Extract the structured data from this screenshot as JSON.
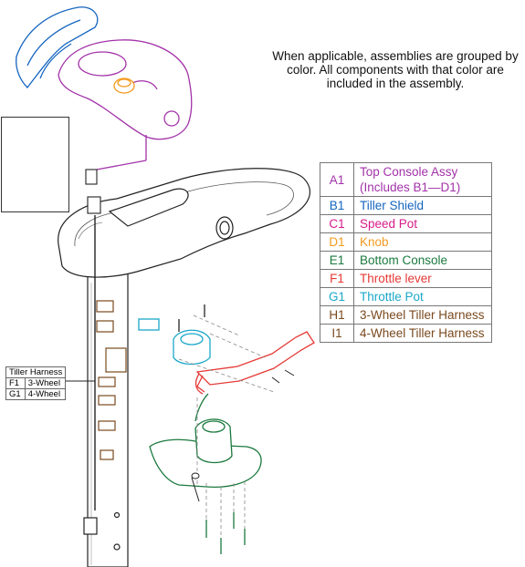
{
  "note": "When applicable, assemblies are grouped by color. All components with that color are included in the assembly.",
  "legend": [
    {
      "code": "A1",
      "label": "Top Console Assy (Includes B1—D1)",
      "color": "#a232a8"
    },
    {
      "code": "B1",
      "label": "Tiller Shield",
      "color": "#1565c0"
    },
    {
      "code": "C1",
      "label": "Speed Pot",
      "color": "#d81b8a"
    },
    {
      "code": "D1",
      "label": "Knob",
      "color": "#f39a1e"
    },
    {
      "code": "E1",
      "label": "Bottom Console",
      "color": "#1b7a3e"
    },
    {
      "code": "F1",
      "label": "Throttle lever",
      "color": "#e53935"
    },
    {
      "code": "G1",
      "label": "Throttle Pot",
      "color": "#1aa7c9"
    },
    {
      "code": "H1",
      "label": "3-Wheel Tiller Harness",
      "color": "#7a4a1f"
    },
    {
      "code": "I1",
      "label": "4-Wheel Tiller Harness",
      "color": "#7a4a1f"
    }
  ],
  "harness_table": {
    "title": "Tiller Harness",
    "rows": [
      {
        "code": "F1",
        "label": "3-Wheel"
      },
      {
        "code": "G1",
        "label": "4-Wheel"
      }
    ]
  },
  "colors": {
    "line": "#222222",
    "tiller_shield": "#1565c0",
    "top_console": "#a232a8",
    "knob": "#f39a1e",
    "speed_pot": "#d81b8a",
    "bottom_console": "#1b7a3e",
    "throttle_lever": "#e53935",
    "throttle_pot": "#1aa7c9",
    "harness": "#7a4a1f"
  }
}
